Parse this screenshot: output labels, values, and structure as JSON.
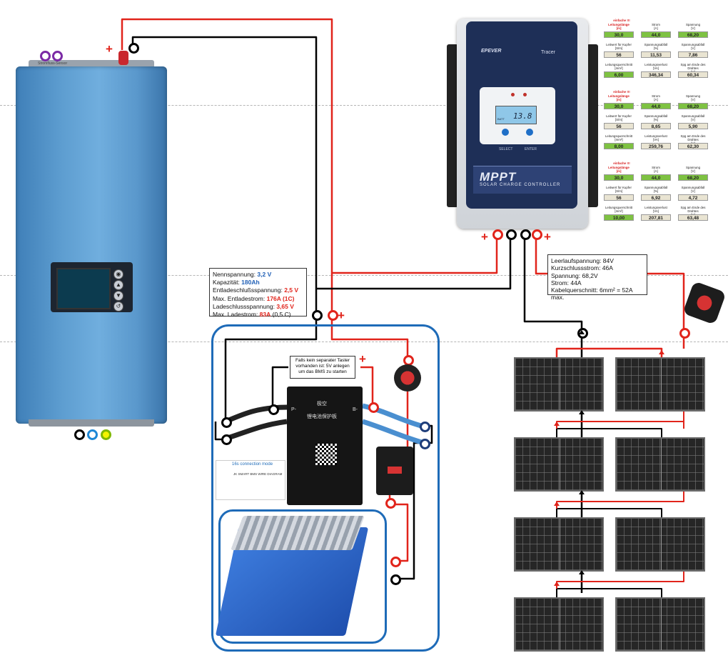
{
  "inverter": {
    "caption": "Stromfluss-Sensor",
    "plus_sign": "+",
    "screen_buttons": [
      "◉",
      "▲",
      "▼",
      "↺"
    ]
  },
  "battery_info": {
    "lines": [
      {
        "label": "Nennspannung: ",
        "value": "3,2 V",
        "color": "blue",
        "suffix": ""
      },
      {
        "label": "Kapazität: ",
        "value": "180Ah",
        "color": "blue",
        "suffix": ""
      },
      {
        "label": "Entladeschlußsspannung: ",
        "value": "2,5 V",
        "color": "red",
        "suffix": ""
      },
      {
        "label": "Max. Entladestrom: ",
        "value": "176A (1C)",
        "color": "red",
        "suffix": ""
      },
      {
        "label": "Ladeschlussspannung: ",
        "value": "3,65 V",
        "color": "red",
        "suffix": ""
      },
      {
        "label": "Max. Ladestrom: ",
        "value": "83A",
        "color": "red",
        "suffix": " (0,5 C)"
      }
    ],
    "plus_sign": "+"
  },
  "bms_note": {
    "text": "Falls kein separater Taster vorhanden ist: 5V anlegen um das BMS zu starten",
    "plus_sign": "+"
  },
  "pv_info": {
    "lines": [
      "Leerlaufspannung: 84V",
      "Kurzschlussstrom: 46A",
      "Spannung: 68,2V",
      "Strom: 44A",
      "Kabelquerschnitt: 6mm² = 52A max."
    ]
  },
  "mppt": {
    "brand": "EPEVER",
    "model": "Tracer",
    "title": "MPPT",
    "subtitle": "SOLAR CHARGE CONTROLLER",
    "lcd_value": "13.8",
    "lcd_small": "BATT",
    "button_select": "SELECT",
    "button_enter": "ENTER",
    "plus_left": "+",
    "plus_right": "+"
  },
  "calc_tables": [
    {
      "header_note": "einfache !!!",
      "rows": [
        [
          {
            "label": "Leitungslänge\n[m]",
            "value": "30,0",
            "style": "green",
            "red_label": true
          },
          {
            "label": "Strom\n[A]",
            "value": "44,0",
            "style": "green"
          },
          {
            "label": "Spannung\n[V]",
            "value": "68,20",
            "style": "green"
          }
        ],
        [
          {
            "label": "Leitwert für Kupfer\n[S/m]",
            "value": "56",
            "style": "beige"
          },
          {
            "label": "Spannungsabfall\n[%]",
            "value": "11,53",
            "style": "beige"
          },
          {
            "label": "Spannungsabfall\n[V]",
            "value": "7,86",
            "style": "beige"
          }
        ],
        [
          {
            "label": "Leitungsquerschnitt\n[mm²]",
            "value": "6,00",
            "style": "green"
          },
          {
            "label": "Leistungsverlust\n[VA]",
            "value": "346,34",
            "style": "beige"
          },
          {
            "label": "Spg am Ende des Drahtes\n[V]",
            "value": "60,34",
            "style": "beige"
          }
        ]
      ]
    },
    {
      "header_note": "einfache !!!",
      "rows": [
        [
          {
            "label": "Leitungslänge\n[m]",
            "value": "30,0",
            "style": "green",
            "red_label": true
          },
          {
            "label": "Strom\n[A]",
            "value": "44,0",
            "style": "green"
          },
          {
            "label": "Spannung\n[V]",
            "value": "68,20",
            "style": "green"
          }
        ],
        [
          {
            "label": "Leitwert für Kupfer\n[S/m]",
            "value": "56",
            "style": "beige"
          },
          {
            "label": "Spannungsabfall\n[%]",
            "value": "8,65",
            "style": "beige"
          },
          {
            "label": "Spannungsabfall\n[V]",
            "value": "5,90",
            "style": "beige"
          }
        ],
        [
          {
            "label": "Leitungsquerschnitt\n[mm²]",
            "value": "8,00",
            "style": "green"
          },
          {
            "label": "Leistungsverlust\n[VA]",
            "value": "259,76",
            "style": "beige"
          },
          {
            "label": "Spg am Ende des Drahtes\n[V]",
            "value": "62,30",
            "style": "beige"
          }
        ]
      ]
    },
    {
      "header_note": "einfache !!!",
      "rows": [
        [
          {
            "label": "Leitungslänge\n[m]",
            "value": "30,0",
            "style": "green",
            "red_label": true
          },
          {
            "label": "Strom\n[A]",
            "value": "44,0",
            "style": "green"
          },
          {
            "label": "Spannung\n[V]",
            "value": "68,20",
            "style": "green"
          }
        ],
        [
          {
            "label": "Leitwert für Kupfer\n[S/m]",
            "value": "56",
            "style": "beige"
          },
          {
            "label": "Spannungsabfall\n[%]",
            "value": "6,92",
            "style": "beige"
          },
          {
            "label": "Spannungsabfall\n[V]",
            "value": "4,72",
            "style": "beige"
          }
        ],
        [
          {
            "label": "Leitungsquerschnitt\n[mm²]",
            "value": "10,00",
            "style": "green"
          },
          {
            "label": "Leistungsverlust\n[VA]",
            "value": "207,81",
            "style": "beige"
          },
          {
            "label": "Spg am Ende des Drahtes\n[V]",
            "value": "63,48",
            "style": "beige"
          }
        ]
      ]
    }
  ],
  "bms": {
    "brand": "极空",
    "chinese_label": "锂电池保护板",
    "p_minus": "P-",
    "b_minus": "B-"
  },
  "bms_diagram": {
    "title": "16s connection mode",
    "subtitle": "JK SMART BMS WIRE DIAGRAM"
  },
  "colors": {
    "positive": "#e1241b",
    "negative": "#000000",
    "frame": "#1e6bb8",
    "value_blue": "#1f5fb6"
  }
}
